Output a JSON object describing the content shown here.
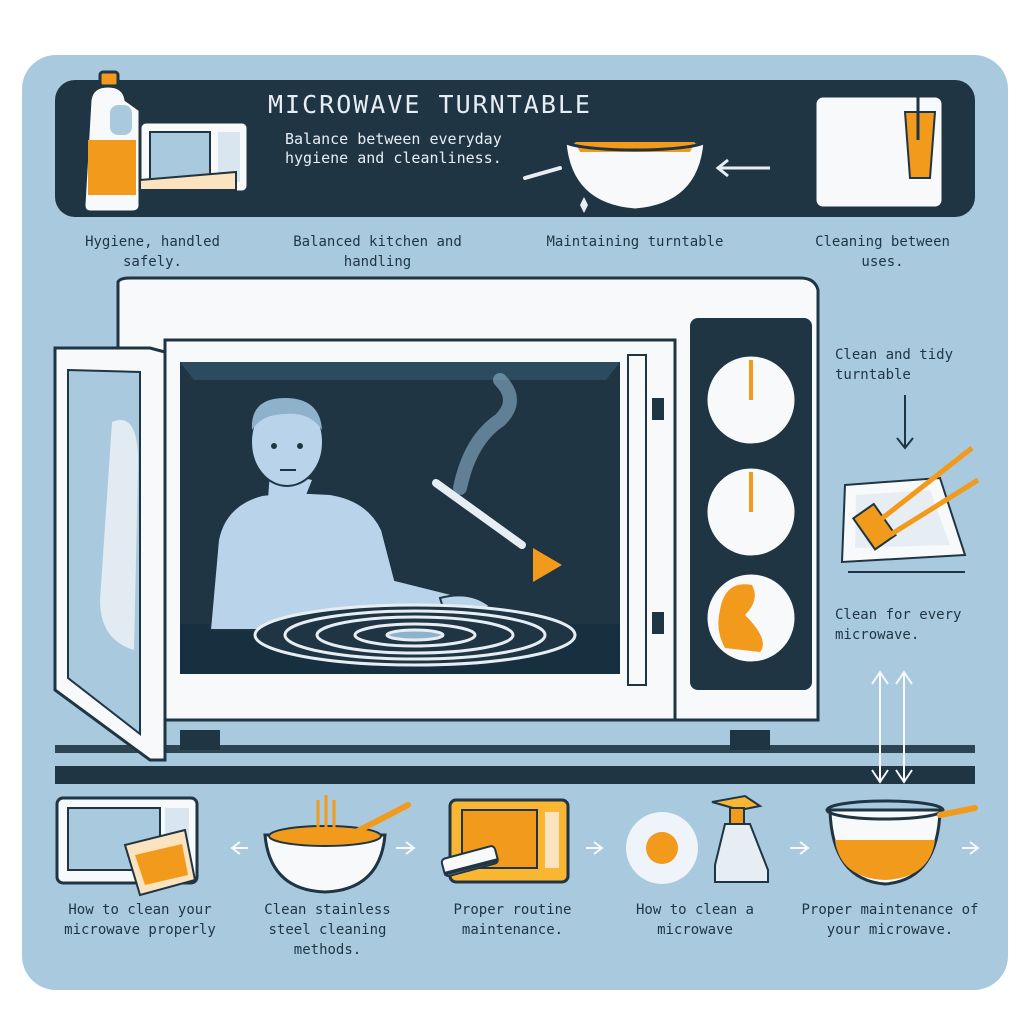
{
  "header": {
    "title": "MICROWAVE TURNTABLE",
    "subtitle": "Balance between everyday hygiene and cleanliness."
  },
  "top_captions": [
    {
      "text": "Hygiene, handled safely."
    },
    {
      "text": "Balanced kitchen and handling"
    },
    {
      "text": "Maintaining turntable"
    },
    {
      "text": "Cleaning between uses."
    }
  ],
  "side_captions": [
    {
      "text": "Clean and tidy turntable"
    },
    {
      "text": "Clean for every microwave."
    }
  ],
  "bottom_captions": [
    {
      "text": "How to clean your microwave properly"
    },
    {
      "text": "Clean stainless steel cleaning methods."
    },
    {
      "text": "Proper routine maintenance."
    },
    {
      "text": "How to clean a microwave"
    },
    {
      "text": "Proper maintenance of your microwave."
    }
  ],
  "colors": {
    "card": "#a9c9df",
    "banner": "#1f3544",
    "accent_orange": "#f29a1c",
    "appliance_white": "#f7f9fb",
    "dark": "#1f3544"
  },
  "icons": [
    "bottle-icon",
    "microwave-icon",
    "bowl-icon",
    "cooking-pot-icon",
    "timer-dial-icon",
    "sponge-icon",
    "spray-bottle-icon",
    "sun-icon",
    "brush-icon"
  ]
}
